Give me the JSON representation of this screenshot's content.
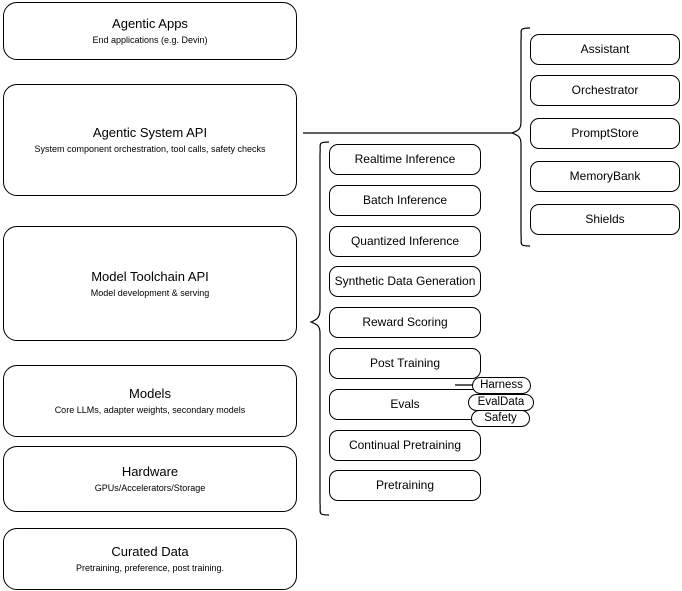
{
  "diagram": {
    "type": "layered-stack-diagram",
    "background_color": "#ffffff",
    "stroke_color": "#000000",
    "layers": [
      {
        "id": "agentic-apps",
        "title": "Agentic Apps",
        "subtitle": "End applications (e.g. Devin)"
      },
      {
        "id": "agentic-system-api",
        "title": "Agentic System API",
        "subtitle": "System component orchestration, tool calls, safety checks"
      },
      {
        "id": "model-toolchain-api",
        "title": "Model Toolchain API",
        "subtitle": "Model development & serving"
      },
      {
        "id": "models",
        "title": "Models",
        "subtitle": "Core LLMs, adapter weights, secondary models"
      },
      {
        "id": "hardware",
        "title": "Hardware",
        "subtitle": "GPUs/Accelerators/Storage"
      },
      {
        "id": "curated-data",
        "title": "Curated Data",
        "subtitle": "Pretraining, preference, post training."
      }
    ],
    "toolchain_capabilities": [
      {
        "id": "realtime-inference",
        "title": "Realtime Inference"
      },
      {
        "id": "batch-inference",
        "title": "Batch Inference"
      },
      {
        "id": "quantized-inference",
        "title": "Quantized Inference"
      },
      {
        "id": "synthetic-data-generation",
        "title": "Synthetic Data Generation"
      },
      {
        "id": "reward-scoring",
        "title": "Reward Scoring"
      },
      {
        "id": "post-training",
        "title": "Post Training"
      },
      {
        "id": "evals",
        "title": "Evals"
      },
      {
        "id": "continual-pretraining",
        "title": "Continual Pretraining"
      },
      {
        "id": "pretraining",
        "title": "Pretraining"
      }
    ],
    "eval_pills": [
      {
        "id": "harness",
        "title": "Harness"
      },
      {
        "id": "evaldata",
        "title": "EvalData"
      },
      {
        "id": "safety",
        "title": "Safety"
      }
    ],
    "system_components": [
      {
        "id": "assistant",
        "title": "Assistant"
      },
      {
        "id": "orchestrator",
        "title": "Orchestrator"
      },
      {
        "id": "promptstore",
        "title": "PromptStore"
      },
      {
        "id": "memorybank",
        "title": "MemoryBank"
      },
      {
        "id": "shields",
        "title": "Shields"
      }
    ]
  }
}
